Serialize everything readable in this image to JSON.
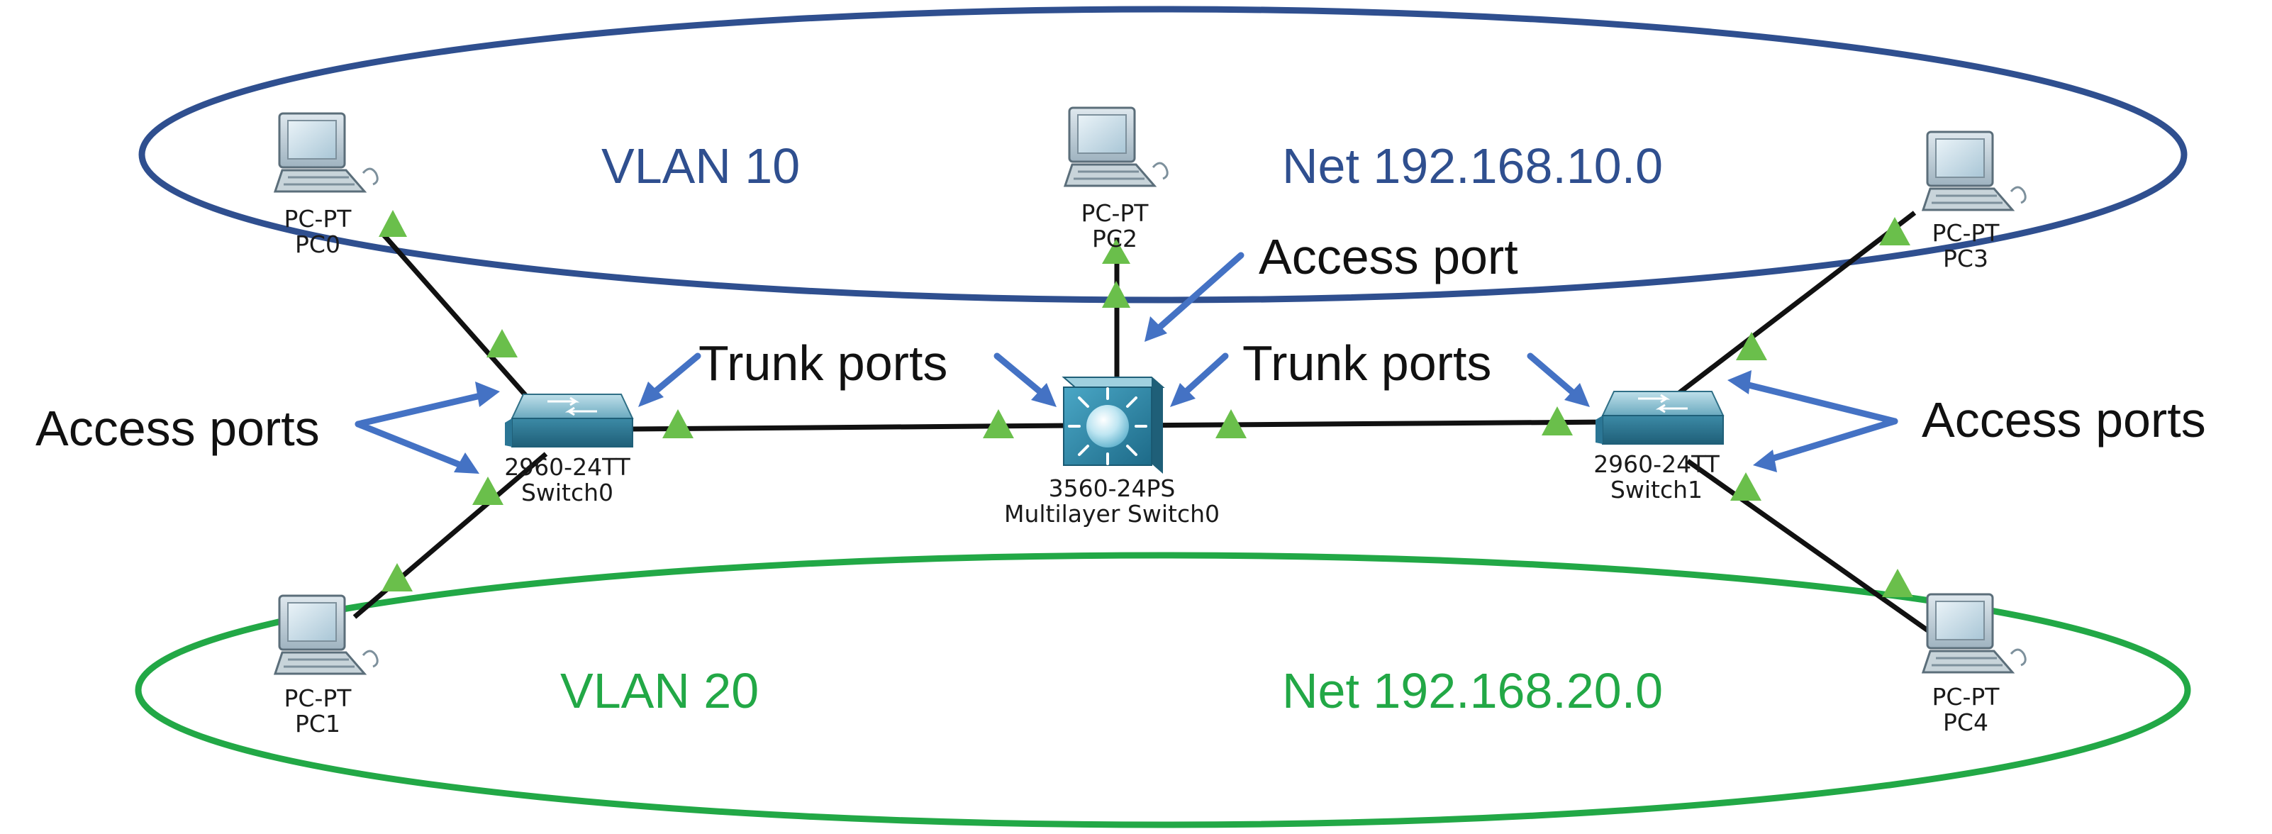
{
  "colors": {
    "vlan10": "#2f4f8f",
    "vlan20": "#22a846",
    "arrow": "#4472c4",
    "port": "#6abf4b",
    "link": "#111111",
    "text": "#111111"
  },
  "vlans": {
    "vlan10": {
      "name": "VLAN 10",
      "network": "Net 192.168.10.0"
    },
    "vlan20": {
      "name": "VLAN 20",
      "network": "Net 192.168.20.0"
    }
  },
  "devices": {
    "pc0": {
      "model": "PC-PT",
      "name": "PC0",
      "icon": "desktop-pc-icon"
    },
    "pc1": {
      "model": "PC-PT",
      "name": "PC1",
      "icon": "desktop-pc-icon"
    },
    "pc2": {
      "model": "PC-PT",
      "name": "PC2",
      "icon": "desktop-pc-icon"
    },
    "pc3": {
      "model": "PC-PT",
      "name": "PC3",
      "icon": "desktop-pc-icon"
    },
    "pc4": {
      "model": "PC-PT",
      "name": "PC4",
      "icon": "desktop-pc-icon"
    },
    "switch0": {
      "model": "2960-24TT",
      "name": "Switch0",
      "icon": "layer2-switch-icon"
    },
    "switch1": {
      "model": "2960-24TT",
      "name": "Switch1",
      "icon": "layer2-switch-icon"
    },
    "mlswitch0": {
      "model": "3560-24PS",
      "name": "Multilayer Switch0",
      "icon": "multilayer-switch-icon"
    }
  },
  "annotations": {
    "access_ports_left": "Access ports",
    "access_ports_right": "Access ports",
    "trunk_ports_left": "Trunk ports",
    "trunk_ports_right": "Trunk ports",
    "access_port_center": "Access port"
  }
}
